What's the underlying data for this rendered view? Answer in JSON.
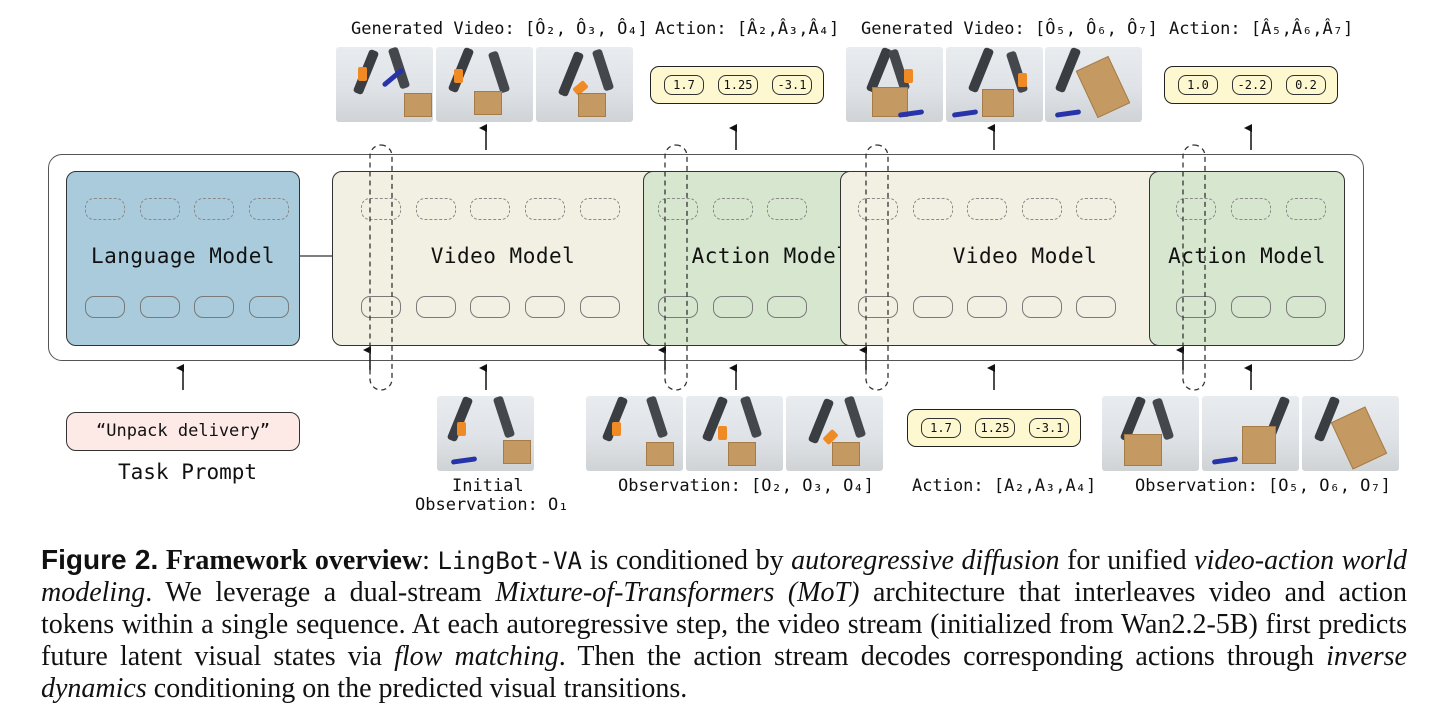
{
  "top": {
    "gen_video_1": "Generated Video: [Ô₂, Ô₃, Ô₄]",
    "action_1": "Action: [Â₂,Â₃,Â₄]",
    "gen_video_2": "Generated Video: [Ô₅, Ô₆, Ô₇]",
    "action_2": "Action: [Â₅,Â₆,Â₇]",
    "action_1_values": [
      "1.7",
      "1.25",
      "-3.1"
    ],
    "action_2_values": [
      "1.0",
      "-2.2",
      "0.2"
    ]
  },
  "models": {
    "language": "Language Model",
    "video_1": "Video Model",
    "action_1": "Action Model",
    "video_2": "Video Model",
    "action_2": "Action Model"
  },
  "bottom": {
    "prompt_text": "“Unpack delivery”",
    "prompt_label": "Task Prompt",
    "initial_obs_line1": "Initial",
    "initial_obs_line2": "Observation: O₁",
    "obs_1": "Observation: [O₂, O₃, O₄]",
    "action_label": "Action: [A₂,A₃,A₄]",
    "action_values": [
      "1.7",
      "1.25",
      "-3.1"
    ],
    "obs_2": "Observation: [O₅, O₆, O₇]"
  },
  "caption": {
    "fig_label": "Figure 2.",
    "title": "Framework overview",
    "code_name": "LingBot-VA",
    "t1": "is conditioned by",
    "e1": "autoregressive diffusion",
    "t2": "for unified",
    "e2": "video-action world modeling",
    "t3": ". We leverage a dual-stream",
    "e3": "Mixture-of-Transformers (MoT)",
    "t4": "architecture that interleaves video and action tokens within a single sequence. At each autoregressive step, the video stream (initialized from Wan2.2-5B) first predicts future latent visual states via",
    "e4": "flow matching",
    "t5": ". Then the action stream decodes corresponding actions through",
    "e5": "inverse dynamics",
    "t6": "conditioning on the predicted visual transitions."
  },
  "colors": {
    "language_model_fill": "#a9cbdc",
    "video_model_fill": "#f2f0e3",
    "action_model_fill": "#d7e6cf",
    "prompt_fill": "#fde9e6",
    "action_fill": "#fdf8cf"
  }
}
